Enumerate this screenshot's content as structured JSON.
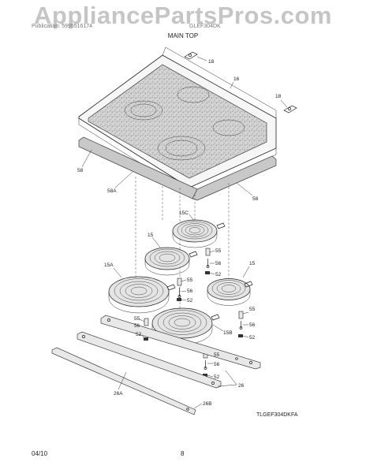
{
  "watermark": "AppliancePartsPros.com",
  "header": {
    "left": "Publication: 5995516174",
    "right": "GLEF304DK"
  },
  "title": "MAIN TOP",
  "diagram_code": "TLGEF304DKFA",
  "footer": {
    "date": "04/10",
    "page": "8"
  },
  "labels": {
    "l16": "16",
    "l18a": "18",
    "l18b": "18",
    "l58a": "58",
    "l58A": "58A",
    "l58b": "58",
    "l15C": "15C",
    "l15a": "15",
    "l15b": "15",
    "l15A": "15A",
    "l15B": "15B",
    "l55a": "55",
    "l56a": "56",
    "l52a": "52",
    "l55b": "55",
    "l56b": "56",
    "l52b": "52",
    "l55c": "55",
    "l56c": "56",
    "l52c": "52",
    "l55d": "55",
    "l56d": "56",
    "l52d": "52",
    "l55e": "55",
    "l56e": "56",
    "l52e": "52",
    "l26a": "26",
    "l26A": "26A",
    "l26B": "26B"
  }
}
